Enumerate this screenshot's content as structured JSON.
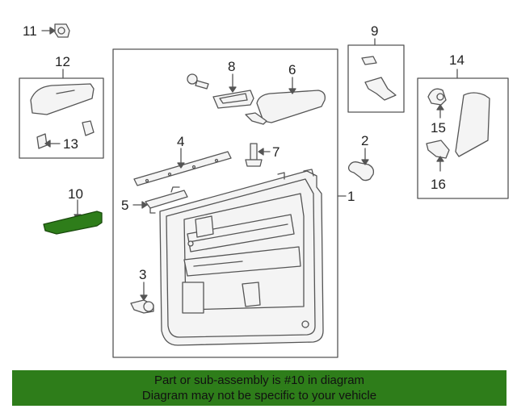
{
  "callouts": {
    "n1": "1",
    "n2": "2",
    "n3": "3",
    "n4": "4",
    "n5": "5",
    "n6": "6",
    "n7": "7",
    "n8": "8",
    "n9": "9",
    "n10": "10",
    "n11": "11",
    "n12": "12",
    "n13": "13",
    "n14": "14",
    "n15": "15",
    "n16": "16"
  },
  "highlight": {
    "part": "10",
    "color": "#2e7d1a"
  },
  "banner": {
    "line1": "Part or sub-assembly is #10 in diagram",
    "line2": "Diagram may not be specific to your vehicle"
  },
  "colors": {
    "line": "#555555",
    "fill": "#f4f4f4",
    "banner_bg": "#2e7d1a"
  }
}
